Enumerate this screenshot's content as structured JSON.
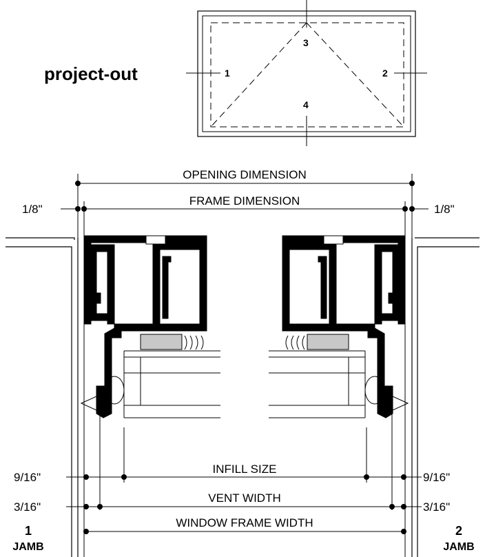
{
  "title": "project-out",
  "elevation": {
    "labels": [
      "1",
      "2",
      "3",
      "4"
    ]
  },
  "dimensions": {
    "opening": "OPENING  DIMENSION",
    "frame": "FRAME DIMENSION",
    "left_gap": "1/8\"",
    "right_gap": "1/8\"",
    "infill": "INFILL SIZE",
    "infill_left": "9/16\"",
    "infill_right": "9/16\"",
    "vent": "VENT WIDTH",
    "vent_left": "3/16\"",
    "vent_right": "3/16\"",
    "window_frame": "WINDOW FRAME WIDTH"
  },
  "jambs": [
    {
      "number": "1",
      "label": "JAMB"
    },
    {
      "number": "2",
      "label": "JAMB"
    }
  ]
}
